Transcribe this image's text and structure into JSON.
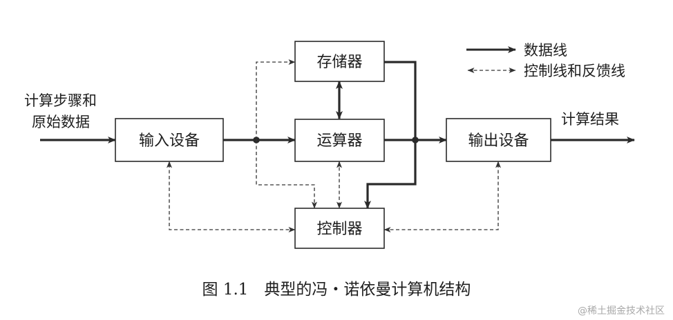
{
  "boxes": {
    "memory": "存储器",
    "alu": "运算器",
    "input": "输入设备",
    "output": "输出设备",
    "controller": "控制器"
  },
  "legend": {
    "data_line": "数据线",
    "control_line": "控制线和反馈线"
  },
  "labels": {
    "input_line1": "计算步骤和",
    "input_line2": "原始数据",
    "output_result": "计算结果"
  },
  "caption": "图 1.1　典型的冯・诺依曼计算机结构",
  "watermark": "@稀土掘金技术社区"
}
